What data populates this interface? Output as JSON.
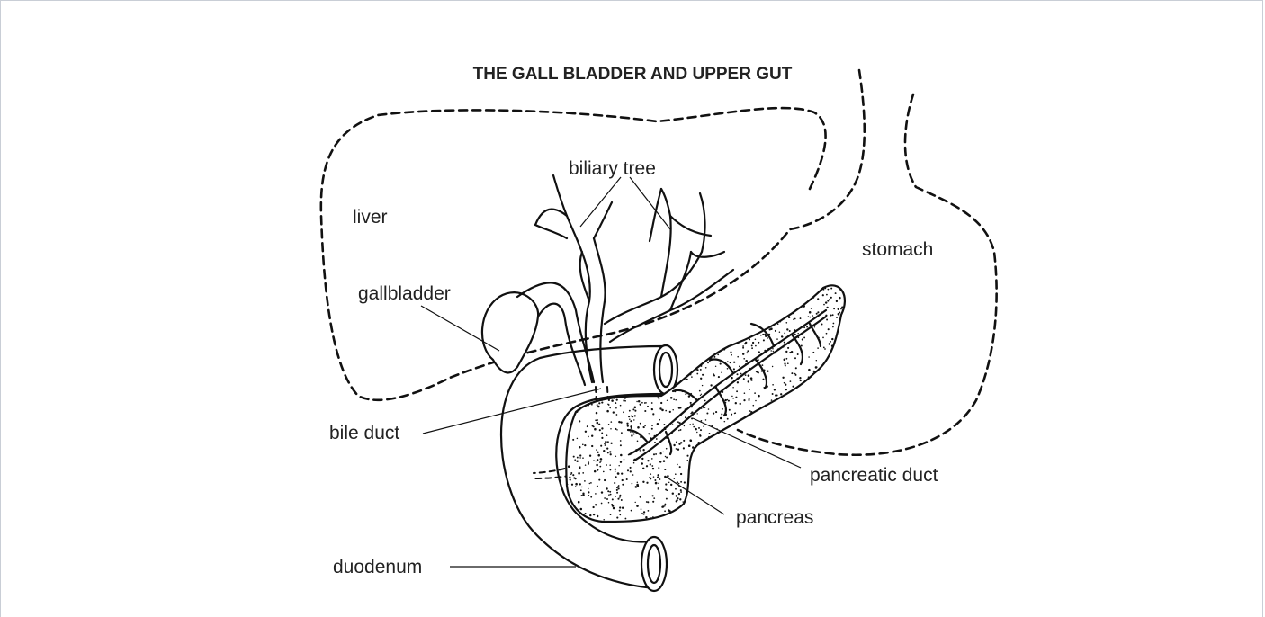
{
  "title": "THE GALL BLADDER AND UPPER GUT",
  "labels": {
    "liver": "liver",
    "biliary_tree": "biliary tree",
    "stomach": "stomach",
    "gallbladder": "gallbladder",
    "bile_duct": "bile duct",
    "pancreatic_duct": "pancreatic duct",
    "pancreas": "pancreas",
    "duodenum": "duodenum"
  },
  "colors": {
    "line": "#111111",
    "text": "#222222",
    "background": "#ffffff",
    "frame": "#c9ced6"
  }
}
